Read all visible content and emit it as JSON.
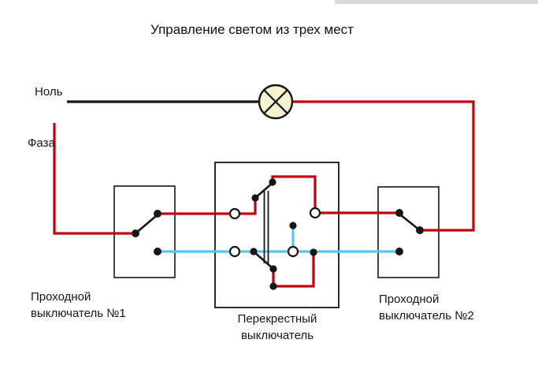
{
  "title": "Управление светом из трех мест",
  "labels": {
    "neutral": "Ноль",
    "phase": "Фаза",
    "switch1": {
      "line1": "Проходной",
      "line2": "выключатель №1"
    },
    "cross": {
      "line1": "Перекрестный",
      "line2": "выключатель"
    },
    "switch2": {
      "line1": "Проходной",
      "line2": "выключатель №2"
    }
  },
  "colors": {
    "phase_wire": "#c30012",
    "neutral_wire": "#161616",
    "traveler_wire": "#53c7ef",
    "lamp_fill": "#f7f2cf",
    "outline": "#161616"
  }
}
